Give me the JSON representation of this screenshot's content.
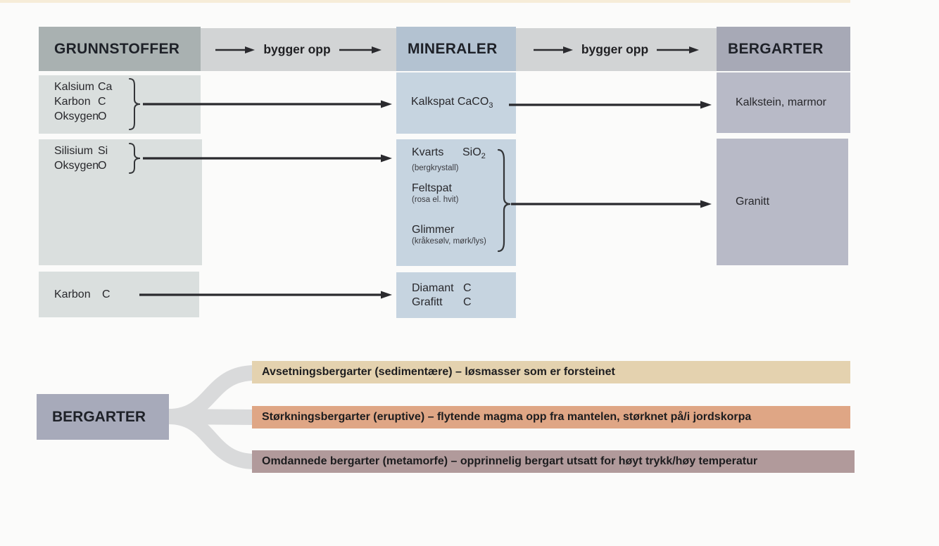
{
  "header": {
    "grunnstoffer": "GRUNNSTOFFER",
    "mineraler": "MINERALER",
    "bergarter": "BERGARTER",
    "link_label": "bygger opp"
  },
  "grunnstoffer": {
    "box1": {
      "rows": [
        {
          "name": "Kalsium",
          "symbol": "Ca"
        },
        {
          "name": "Karbon",
          "symbol": "C"
        },
        {
          "name": "Oksygen",
          "symbol": "O"
        }
      ]
    },
    "box2": {
      "rows": [
        {
          "name": "Silisium",
          "symbol": "Si"
        },
        {
          "name": "Oksygen",
          "symbol": "O"
        }
      ]
    },
    "box3": {
      "rows": [
        {
          "name": "Karbon",
          "symbol": "C"
        }
      ]
    }
  },
  "mineraler": {
    "box1": {
      "name": "Kalkspat",
      "formula_base": "CaCO",
      "formula_sub": "3"
    },
    "box2": {
      "items": [
        {
          "name": "Kvarts",
          "symbol_base": "SiO",
          "symbol_sub": "2",
          "note": "(bergkrystall)"
        },
        {
          "name": "Feltspat",
          "note": "(rosa el. hvit)"
        },
        {
          "name": "Glimmer",
          "note": "(kråkesølv, mørk/lys)"
        }
      ]
    },
    "box3": {
      "rows": [
        {
          "name": "Diamant",
          "symbol": "C"
        },
        {
          "name": "Grafitt",
          "symbol": "C"
        }
      ]
    }
  },
  "bergarter": {
    "box1": "Kalkstein, marmor",
    "box2": "Granitt"
  },
  "bottom": {
    "title": "BERGARTER",
    "branches": [
      {
        "text": "Avsetningsbergarter (sedimentære) – løsmasser som er forsteinet",
        "color": "#e4d2af"
      },
      {
        "text": "Størkningsbergarter (eruptive) – flytende magma opp fra mantelen, størknet på/i jordskorpa",
        "color": "#dfa685"
      },
      {
        "text": "Omdannede bergarter (metamorfe) – opprinnelig bergart utsatt for høyt trykk/høy temperatur",
        "color": "#b19a9b"
      }
    ]
  },
  "palette": {
    "header_grunnstoffer": "#a9b1b1",
    "header_mineraler": "#b3c2d1",
    "header_bergarter": "#a7a9b6",
    "box_grunnstoffer": "#dadfde",
    "box_mineraler": "#c6d4e0",
    "box_bergarter": "#b8bac7",
    "link_strip": "#d2d4d5",
    "fork": "#d9dadb",
    "top_accent": "#f6ecd8",
    "arrow": "#2a2a2e"
  }
}
